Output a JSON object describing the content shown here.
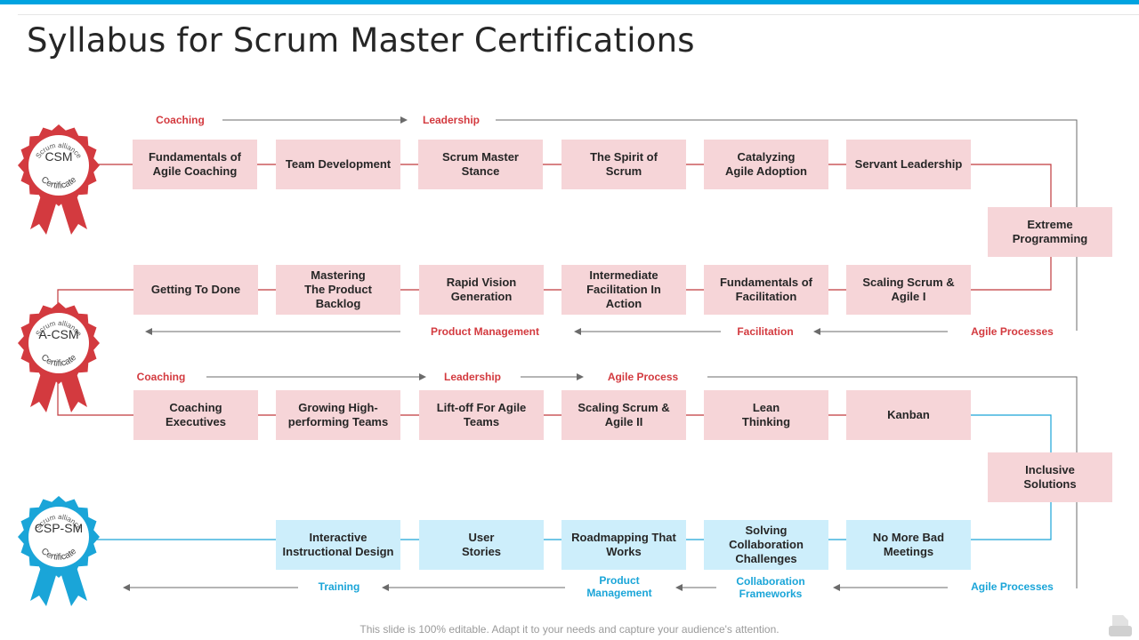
{
  "title": "Syllabus for Scrum Master Certifications",
  "footer": "This slide is 100% editable. Adapt it to your needs and capture your audience's attention.",
  "colors": {
    "accent_red": "#d33a3f",
    "accent_blue": "#1aa5d8",
    "box_pink": "#f6d5d8",
    "box_blue": "#cdeefb"
  },
  "badges": [
    {
      "name": "CSM",
      "top": "Scrum alliance",
      "bottom": "Certificate",
      "color": "#d33a3f"
    },
    {
      "name": "A-CSM",
      "top": "Scrum alliance",
      "bottom": "Certificate",
      "color": "#d33a3f"
    },
    {
      "name": "CSP-SM",
      "top": "Scrum alliance",
      "bottom": "Certificate",
      "color": "#1aa5d8"
    }
  ],
  "csm": {
    "labels": [
      "Coaching",
      "Leadership"
    ],
    "row1": [
      "Fundamentals of\nAgile Coaching",
      "Team Development",
      "Scrum Master\nStance",
      "The Spirit of\nScrum",
      "Catalyzing\nAgile Adoption",
      "Servant Leadership"
    ],
    "side": "Extreme\nProgramming",
    "row2": [
      "Getting To Done",
      "Mastering\nThe Product\nBacklog",
      "Rapid Vision\nGeneration",
      "Intermediate\nFacilitation In\nAction",
      "Fundamentals of\nFacilitation",
      "Scaling Scrum &\nAgile I"
    ],
    "bottom_labels": [
      "Product Management",
      "Facilitation",
      "Agile Processes"
    ]
  },
  "acsm": {
    "labels": [
      "Coaching",
      "Leadership",
      "Agile Process"
    ],
    "row": [
      "Coaching\nExecutives",
      "Growing High-\nperforming Teams",
      "Lift-off For Agile\nTeams",
      "Scaling Scrum &\nAgile II",
      "Lean\nThinking",
      "Kanban"
    ],
    "side": "Inclusive\nSolutions"
  },
  "cspsm": {
    "row": [
      "Interactive\nInstructional Design",
      "User\nStories",
      "Roadmapping That\nWorks",
      "Solving\nCollaboration\nChallenges",
      "No More Bad\nMeetings"
    ],
    "bottom_labels": [
      "Training",
      "Product\nManagement",
      "Collaboration\nFrameworks",
      "Agile Processes"
    ]
  }
}
